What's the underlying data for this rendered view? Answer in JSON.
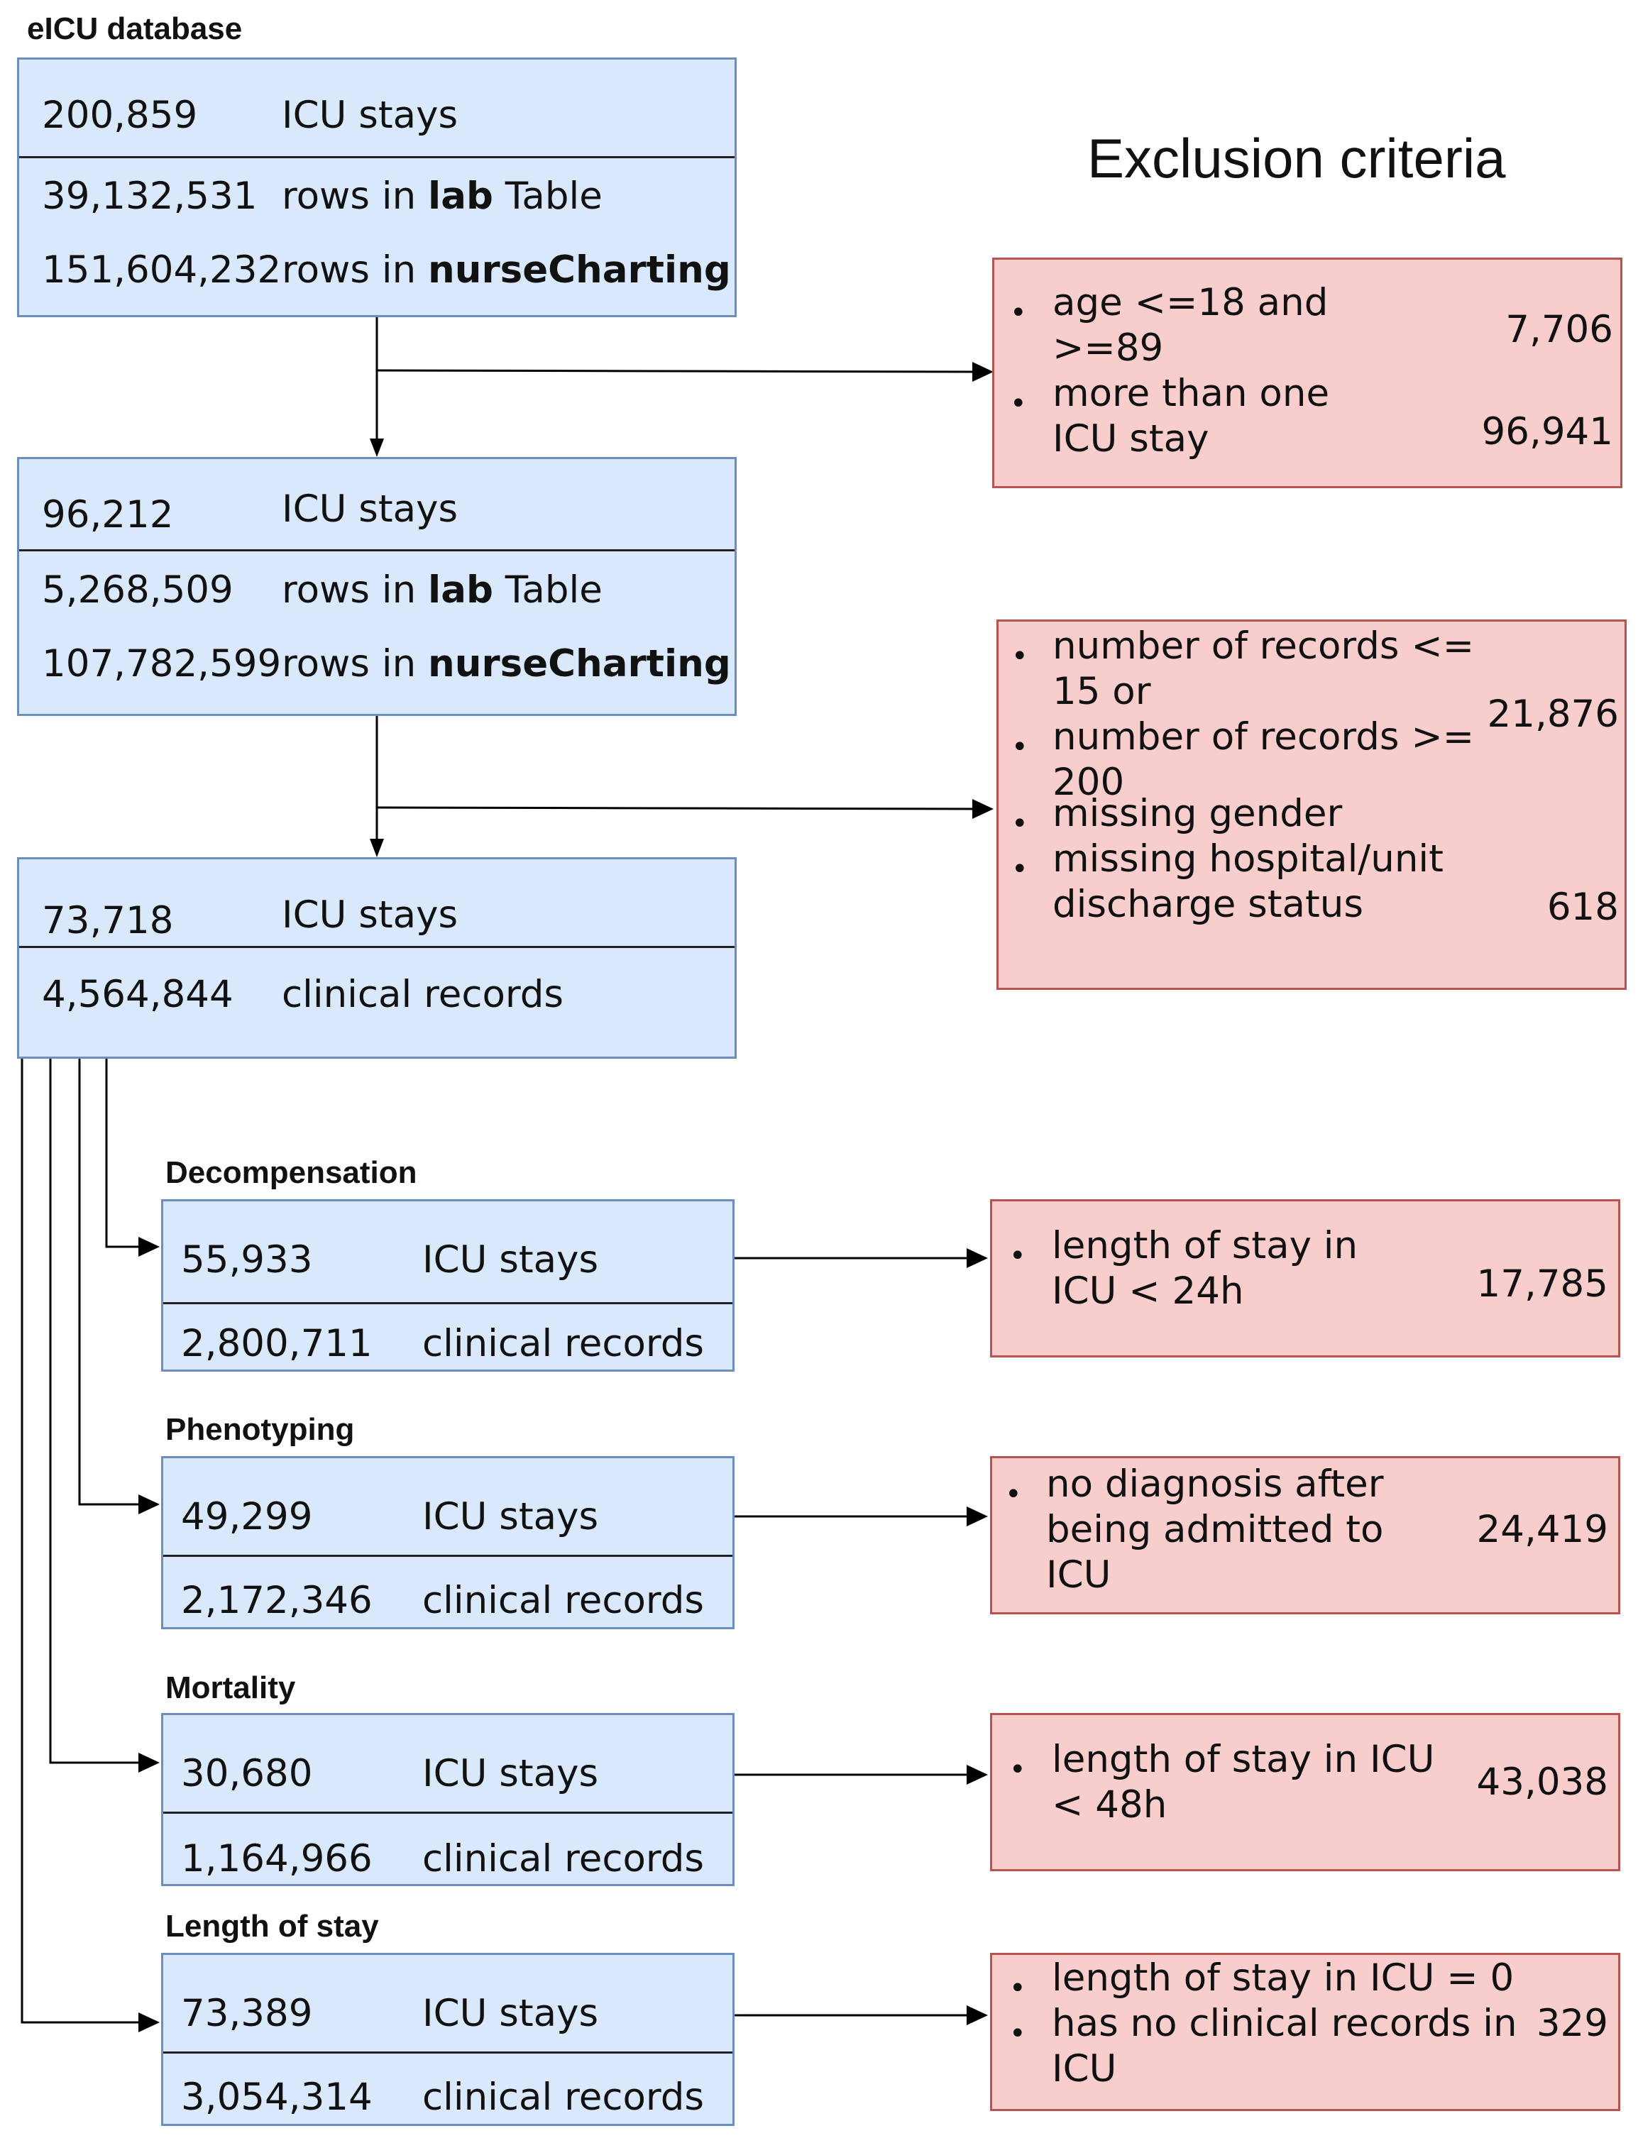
{
  "header": {
    "db_label": "eICU database",
    "exclusion_title": "Exclusion criteria"
  },
  "stages": [
    {
      "stays": "200,859",
      "stays_label": "ICU stays",
      "lab": "39,132,531",
      "nurse": "151,604,232",
      "rows_in": "rows in",
      "lab_word": "lab",
      "table_word": "Table",
      "nurse_word": "nurseCharting"
    },
    {
      "stays": "96,212",
      "stays_label": "ICU stays",
      "lab": "5,268,509",
      "nurse": "107,782,599",
      "rows_in": "rows in",
      "lab_word": "lab",
      "table_word": "Table",
      "nurse_word": "nurseCharting"
    },
    {
      "stays": "73,718",
      "stays_label": "ICU stays",
      "records": "4,564,844",
      "records_label": "clinical records"
    }
  ],
  "tasks": [
    {
      "name": "Decompensation",
      "stays": "55,933",
      "stays_label": "ICU stays",
      "records": "2,800,711",
      "records_label": "clinical records"
    },
    {
      "name": "Phenotyping",
      "stays": "49,299",
      "stays_label": "ICU stays",
      "records": "2,172,346",
      "records_label": "clinical records"
    },
    {
      "name": "Mortality",
      "stays": "30,680",
      "stays_label": "ICU stays",
      "records": "1,164,966",
      "records_label": "clinical records"
    },
    {
      "name": "Length of stay",
      "stays": "73,389",
      "stays_label": "ICU stays",
      "records": "3,054,314",
      "records_label": "clinical records"
    }
  ],
  "exclusions": [
    {
      "l1": "age <=18 and",
      "l2": ">=89",
      "c1": "7,706",
      "l3": "more than one",
      "l4": "ICU stay",
      "c2": "96,941"
    },
    {
      "l1": "number of records <=",
      "l2": "15 or",
      "l3": "number of records >=",
      "l4": "200",
      "c1": "21,876",
      "l5": "missing gender",
      "l6": "missing hospital/unit",
      "l7": "discharge status",
      "c2": "618"
    },
    {
      "l1": "length of stay in",
      "l2": "ICU  < 24h",
      "c1": "17,785"
    },
    {
      "l1": "no diagnosis after",
      "l2": "being admitted to",
      "l3": "ICU",
      "c1": "24,419"
    },
    {
      "l1": "length of stay in ICU",
      "l2": "< 48h",
      "c1": "43,038"
    },
    {
      "l1": "length of stay in ICU = 0",
      "l2": "has no clinical records in",
      "l3": "ICU",
      "c1": "329"
    }
  ]
}
